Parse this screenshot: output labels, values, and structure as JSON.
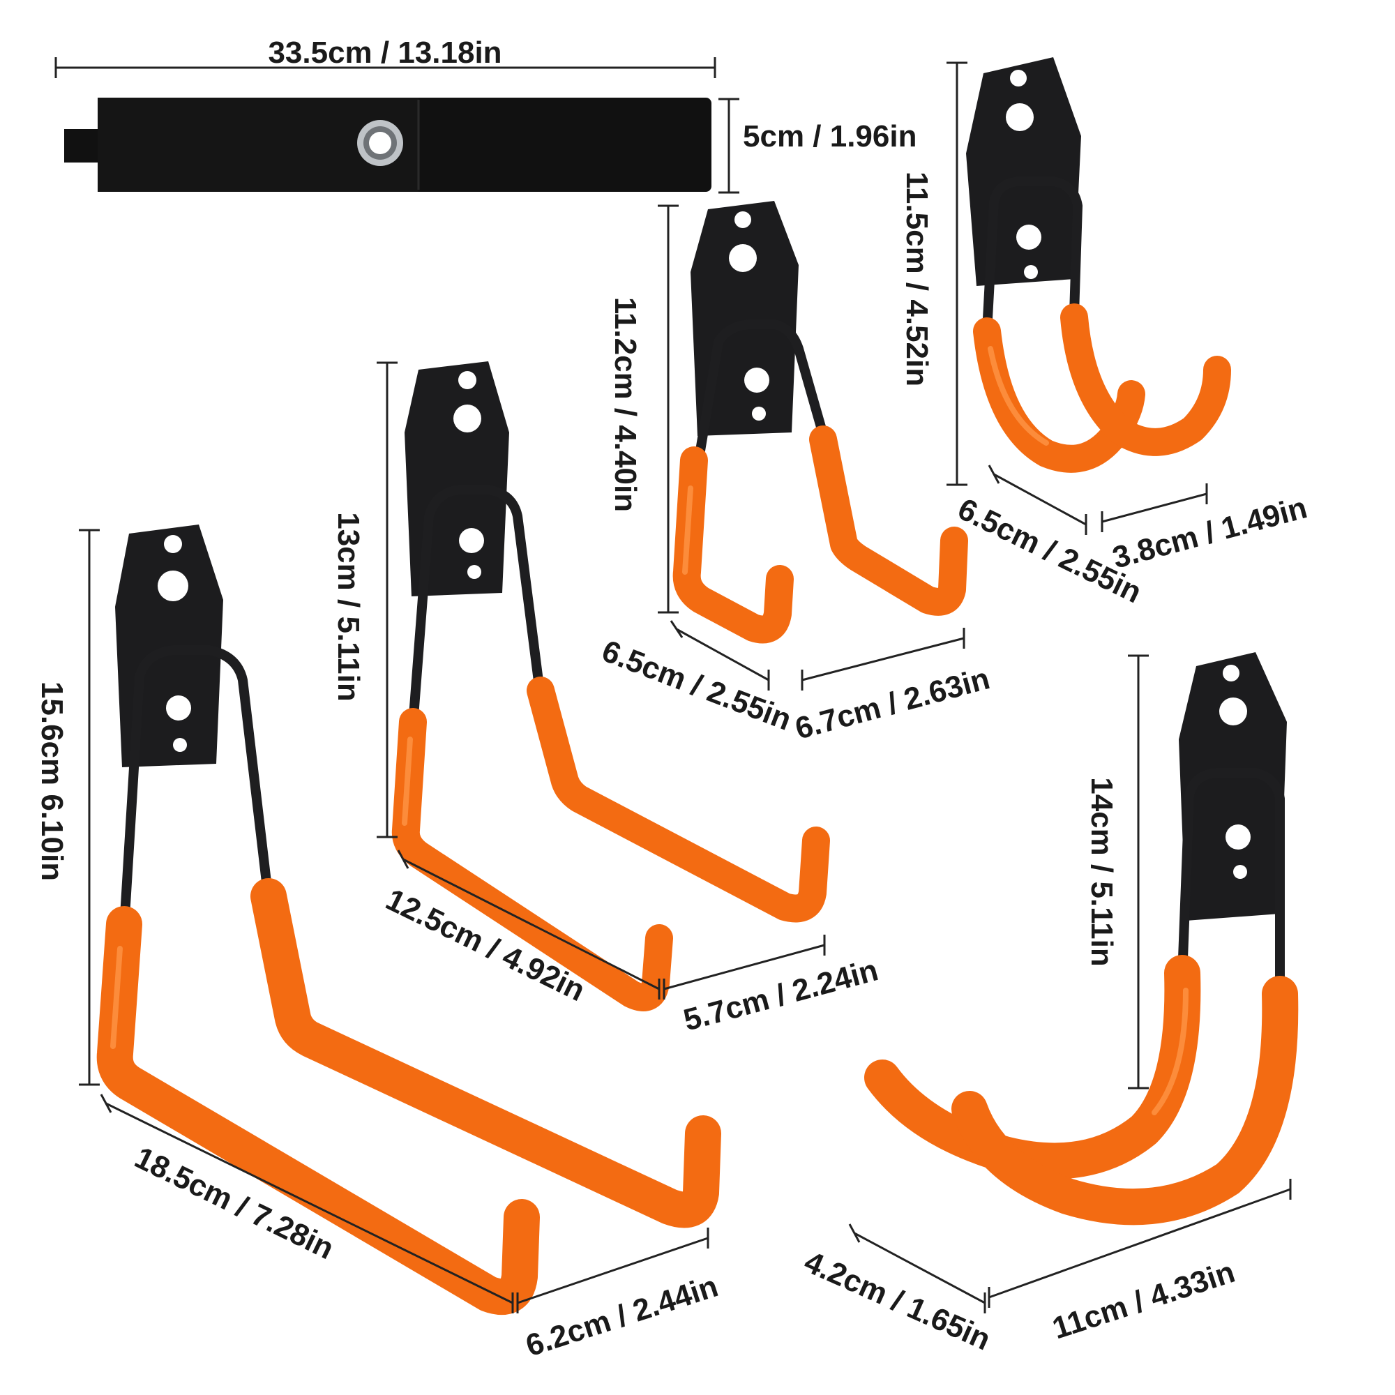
{
  "colors": {
    "coating": "#f36b12",
    "steel": "#1c1c1e",
    "strap": "#111111"
  },
  "strap": {
    "length": "33.5cm / 13.18in",
    "width": "5cm / 1.96in"
  },
  "hook_medium_top": {
    "height": "11.2cm / 4.40in",
    "depth": "6.5cm / 2.55in",
    "width": "6.7cm / 2.63in"
  },
  "hook_double_top": {
    "height": "11.5cm / 4.52in",
    "depth": "6.5cm / 2.55in",
    "gap": "3.8cm / 1.49in"
  },
  "hook_middle": {
    "height": "13cm / 5.11in",
    "depth": "12.5cm / 4.92in",
    "width": "5.7cm / 2.24in"
  },
  "hook_large": {
    "height": "15.6cm 6.10in",
    "depth": "18.5cm / 7.28in",
    "width": "6.2cm / 2.44in"
  },
  "hook_double_bottom": {
    "height": "14cm / 5.11in",
    "depth": "4.2cm / 1.65in",
    "width": "11cm / 4.33in"
  }
}
